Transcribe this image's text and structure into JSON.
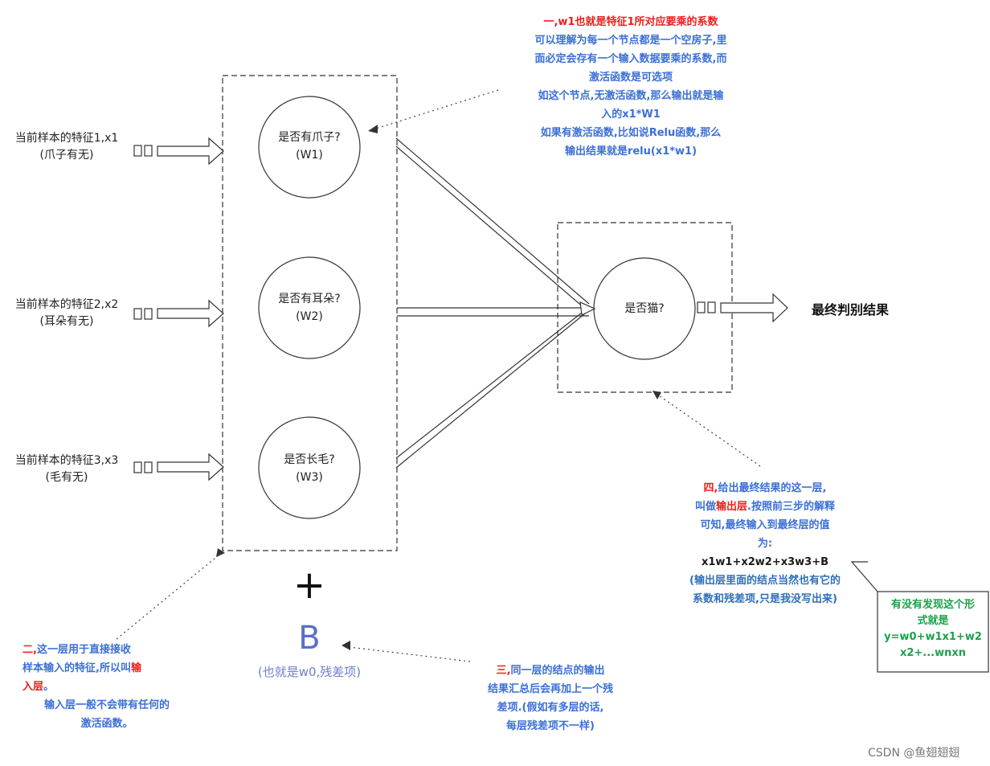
{
  "features": [
    {
      "line1": "当前样本的特征1,x1",
      "line2": "(爪子有无)"
    },
    {
      "line1": "当前样本的特征2,x2",
      "line2": "(耳朵有无)"
    },
    {
      "line1": "当前样本的特征3,x3",
      "line2": "(毛有无)"
    }
  ],
  "input_nodes": [
    {
      "label": "是否有爪子?",
      "weight": "(W1)"
    },
    {
      "label": "是否有耳朵?",
      "weight": "(W2)"
    },
    {
      "label": "是否长毛?",
      "weight": "(W3)"
    }
  ],
  "output_node": {
    "label": "是否猫?"
  },
  "final_result": "最终判别结果",
  "bias": {
    "plus": "+",
    "letter": "B",
    "subtitle": "(也就是w0,残差项)"
  },
  "note1": {
    "title_red": "一,",
    "title_rest": "w1也就是特征1所对应要乘的系数",
    "lines": [
      "可以理解为每一个节点都是一个空房子,里",
      "面必定会存有一个输入数据要乘的系数,而",
      "激活函数是可选项",
      "如这个节点,无激活函数,那么输出就是输",
      "入的x1*W1",
      "如果有激活函数,比如说Relu函数,那么",
      "输出结果就是relu(x1*w1)"
    ]
  },
  "note2": {
    "red": "二,",
    "line1": "这一层用于直接接收",
    "line2_a": "样本输入的特征,所以叫",
    "line2_red": "输",
    "line3_red": "入层",
    "line3_b": "。",
    "line4": "输入层一般不会带有任何的",
    "line5": "激活函数。"
  },
  "note3": {
    "red": "三,",
    "line1": "同一层的结点的输出",
    "line2": "结果汇总后会再加上一个残",
    "line3": "差项.(假如有多层的话,",
    "line4": "每层残差项不一样)"
  },
  "note4": {
    "red": "四,",
    "line1": "给出最终结果的这一层,",
    "line2_a": "叫做",
    "line2_red": "输出层",
    "line2_b": ".按照前三步的解释",
    "line3": "可知,最终输入到最终层的值",
    "line4": "为:",
    "formula": "x1w1+x2w2+x3w3+B",
    "line6": "(输出层里面的结点当然也有它的",
    "line7": "系数和残差项,只是我没写出来)"
  },
  "note5": {
    "line1": "有没有发现这个形",
    "line2": "式就是",
    "line3": "y=w0+w1x1+w2",
    "line4": "x2+...wnxn"
  },
  "watermark": "CSDN @鱼翅翅翅",
  "colors": {
    "red": "#ee1c1c",
    "blue": "#3b6fd6",
    "green": "#19a24a",
    "bias": "#5b6ec8"
  }
}
